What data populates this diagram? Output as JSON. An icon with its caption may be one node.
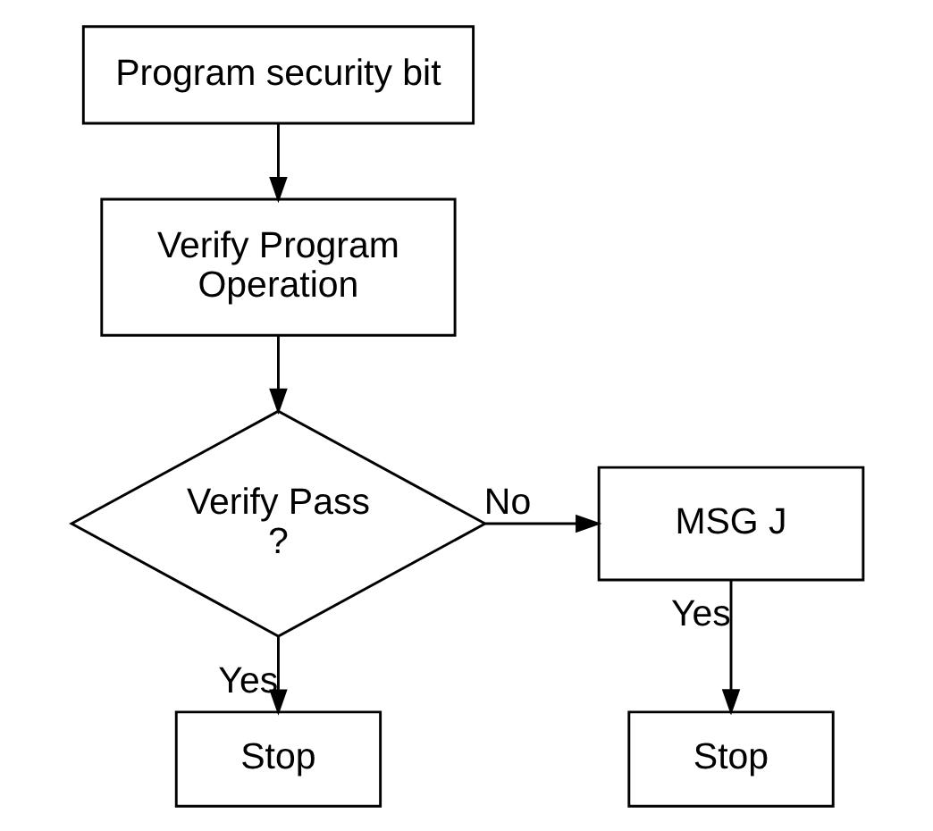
{
  "diagram": {
    "nodes": [
      {
        "text": [
          "Program security bit"
        ]
      },
      {
        "text": [
          "Verify Program Operation"
        ]
      },
      {
        "text": [
          "Verify Pass ?"
        ]
      },
      {
        "text": [
          "MSG J"
        ]
      },
      {
        "text": [
          "Stop"
        ]
      },
      {
        "text": [
          "Stop"
        ]
      }
    ],
    "edges": [
      {
        "from": 0,
        "to": 1,
        "arrow": "to"
      },
      {
        "from": 1,
        "to": 2,
        "arrow": "to"
      },
      {
        "from": 2,
        "to": 3,
        "arrow": "to",
        "label": "No"
      },
      {
        "from": 2,
        "to": 4,
        "arrow": "to",
        "label": "Yes"
      },
      {
        "from": 3,
        "to": 5,
        "arrow": "to",
        "label": "Yes"
      }
    ]
  }
}
